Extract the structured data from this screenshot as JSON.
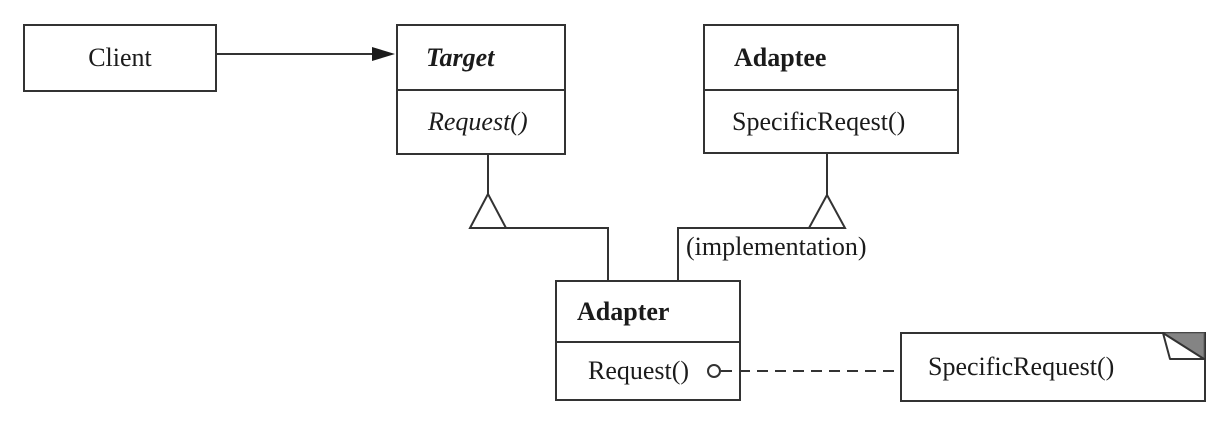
{
  "classes": {
    "client": {
      "name": "Client"
    },
    "target": {
      "name": "Target",
      "method": "Request()"
    },
    "adaptee": {
      "name": "Adaptee",
      "method": "SpecificReqest()"
    },
    "adapter": {
      "name": "Adapter",
      "method": "Request()"
    }
  },
  "note": {
    "text": "SpecificRequest()"
  },
  "labels": {
    "implementation": "(implementation)"
  },
  "icons": {
    "association_arrowhead": "filled-triangle-right",
    "generalization_triangle": "hollow-triangle-up",
    "socket": "open-circle",
    "note_fold": "folded-corner"
  },
  "colors": {
    "line": "#333333",
    "text": "#1b1b1b",
    "fold_grey": "#848484",
    "background": "#ffffff"
  }
}
